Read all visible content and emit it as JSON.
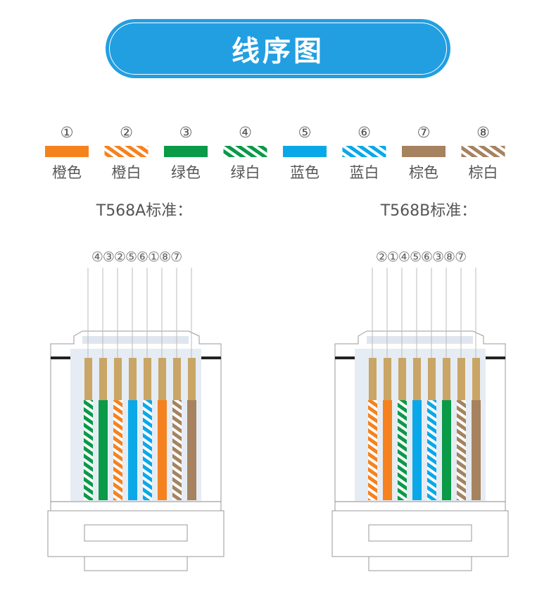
{
  "title": "线序图",
  "legend": [
    {
      "num": "①",
      "label": "橙色",
      "color": "#f5821f",
      "striped": false
    },
    {
      "num": "②",
      "label": "橙白",
      "color": "#f5821f",
      "striped": true
    },
    {
      "num": "③",
      "label": "绿色",
      "color": "#0a9a48",
      "striped": false
    },
    {
      "num": "④",
      "label": "绿白",
      "color": "#0a9a48",
      "striped": true
    },
    {
      "num": "⑤",
      "label": "蓝色",
      "color": "#0aa8e8",
      "striped": false
    },
    {
      "num": "⑥",
      "label": "蓝白",
      "color": "#0aa8e8",
      "striped": true
    },
    {
      "num": "⑦",
      "label": "棕色",
      "color": "#a6825f",
      "striped": false
    },
    {
      "num": "⑧",
      "label": "棕白",
      "color": "#a6825f",
      "striped": true
    }
  ],
  "standards": [
    {
      "label": "T568A标准：",
      "order": [
        4,
        3,
        2,
        5,
        6,
        1,
        8,
        7
      ],
      "order_text": "④③②⑤⑥①⑧⑦"
    },
    {
      "label": "T568B标准：",
      "order": [
        2,
        1,
        4,
        5,
        6,
        3,
        8,
        7
      ],
      "order_text": "②①④⑤⑥③⑧⑦"
    }
  ],
  "colors": {
    "accent": "#229fe1",
    "contact": "#c9a566",
    "text": "#555555"
  }
}
